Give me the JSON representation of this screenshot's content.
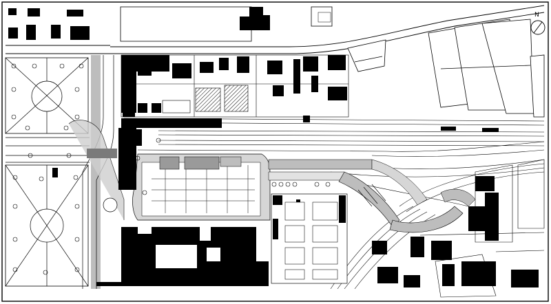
{
  "map": {
    "kind": "architectural-site-plan",
    "style": "black-and-white line drawing",
    "colors": {
      "background": "#ffffff",
      "building_fill": "#000000",
      "line": "#000000",
      "paving": "#bdbdbd",
      "hatch_gray": "#8a8a8a"
    },
    "compass": {
      "label": "N",
      "icon": "north-arrow-icon"
    }
  }
}
